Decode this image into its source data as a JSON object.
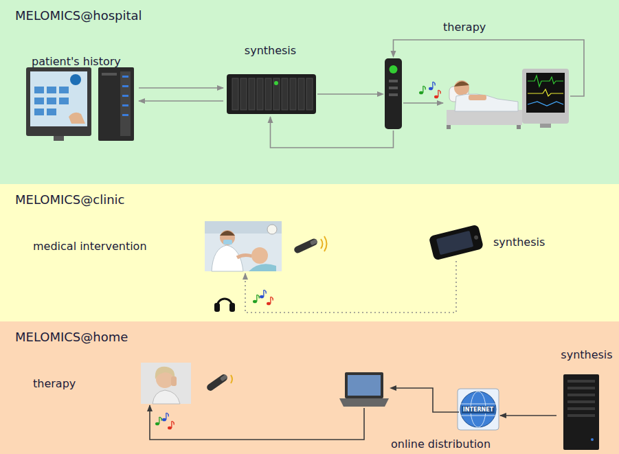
{
  "diagram": {
    "nodes": [
      {
        "text": [
          "MELOMICS@hospital"
        ]
      },
      {
        "text": [
          "patient's history"
        ],
        "in": 0
      },
      {
        "text": [
          "synthesis"
        ],
        "in": 0
      },
      {
        "text": [
          "therapy"
        ],
        "in": 0
      },
      {
        "text": [
          "MELOMICS@clinic"
        ]
      },
      {
        "text": [
          "medical intervention"
        ],
        "in": 4
      },
      {
        "text": [
          "synthesis"
        ],
        "in": 4
      },
      {
        "text": [
          "MELOMICS@home"
        ]
      },
      {
        "text": [
          "therapy"
        ],
        "in": 7
      },
      {
        "text": [
          "online distribution"
        ],
        "in": 7
      },
      {
        "text": [
          "synthesis"
        ],
        "in": 7
      }
    ],
    "edges": [
      {
        "from": 1,
        "to": 2,
        "arrow": "to"
      },
      {
        "from": 2,
        "to": 1,
        "arrow": "to"
      },
      {
        "from": 2,
        "to": 3,
        "arrow": "to"
      },
      {
        "from": 3,
        "to": 2,
        "arrow": "to"
      },
      {
        "from": 6,
        "to": 5,
        "arrow": "to"
      },
      {
        "from": 10,
        "to": 9,
        "arrow": "to"
      },
      {
        "from": 9,
        "to": 8,
        "arrow": "to"
      }
    ],
    "labels": [
      "INTERNET"
    ]
  }
}
